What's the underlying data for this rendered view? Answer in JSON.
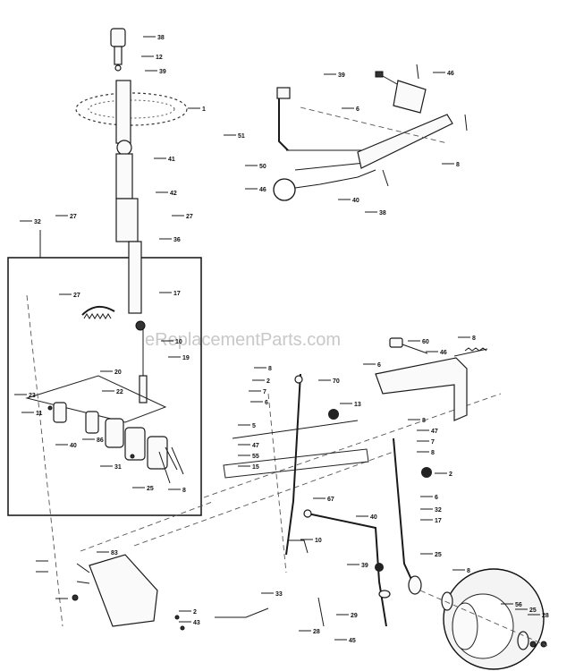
{
  "watermark": "eReplacementParts.com",
  "callouts": [
    "38",
    "12",
    "39",
    "1",
    "41",
    "42",
    "27",
    "27",
    "36",
    "32",
    "27",
    "17",
    "10",
    "19",
    "20",
    "22",
    "23",
    "11",
    "40",
    "86",
    "31",
    "25",
    "8",
    "46",
    "50",
    "51",
    "38",
    "40",
    "39",
    "46",
    "6",
    "8",
    "8",
    "2",
    "7",
    "6",
    "5",
    "47",
    "55",
    "15",
    "70",
    "13",
    "67",
    "60",
    "46",
    "8",
    "6",
    "8",
    "47",
    "7",
    "8",
    "2",
    "6",
    "32",
    "17",
    "25",
    "40",
    "10",
    "39",
    "33",
    "28",
    "29",
    "45",
    "2",
    "43",
    "8",
    "56",
    "25",
    "28",
    "83"
  ]
}
